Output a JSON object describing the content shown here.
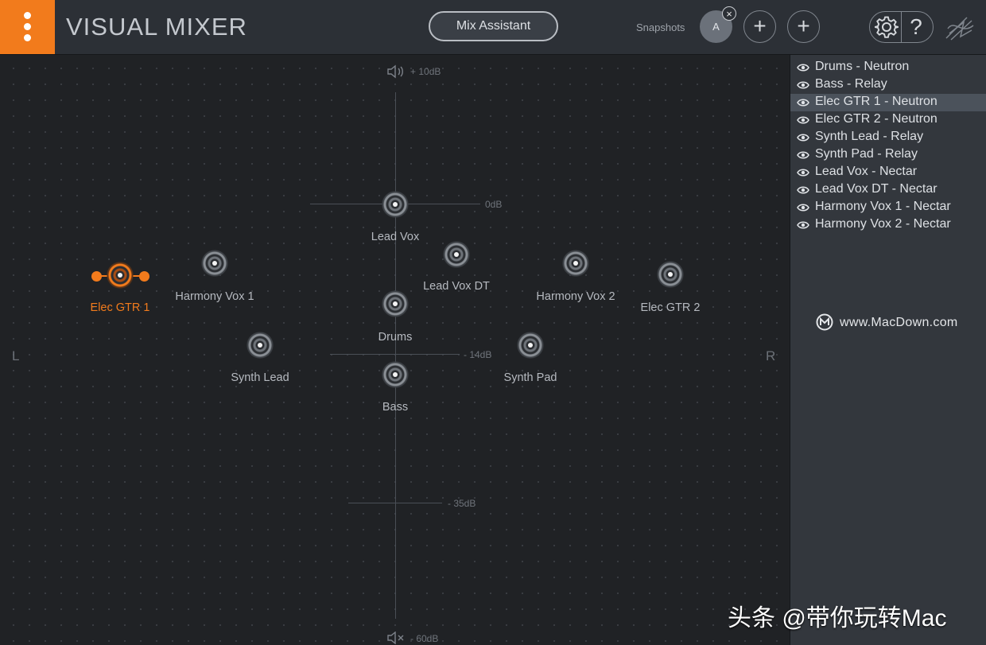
{
  "header": {
    "title": "VISUAL MIXER",
    "mix_assistant_label": "Mix Assistant",
    "snapshots_label": "Snapshots",
    "snapshot_a": "A",
    "snapshot_close": "×",
    "add_symbol": "+",
    "help_symbol": "?"
  },
  "stage": {
    "db_top": "+ 10dB",
    "db_0": "0dB",
    "db_14": "- 14dB",
    "db_35": "- 35dB",
    "db_bottom": "- 60dB",
    "left_label": "L",
    "right_label": "R",
    "nodes": [
      {
        "name": "Lead Vox"
      },
      {
        "name": "Lead Vox DT"
      },
      {
        "name": "Harmony Vox 1"
      },
      {
        "name": "Harmony Vox 2"
      },
      {
        "name": "Elec GTR 1",
        "selected": true
      },
      {
        "name": "Elec GTR 2"
      },
      {
        "name": "Drums"
      },
      {
        "name": "Synth Lead"
      },
      {
        "name": "Synth Pad"
      },
      {
        "name": "Bass"
      }
    ]
  },
  "tracks": [
    {
      "label": "Drums - Neutron"
    },
    {
      "label": "Bass - Relay"
    },
    {
      "label": "Elec GTR 1 - Neutron",
      "active": true
    },
    {
      "label": "Elec GTR 2 - Neutron"
    },
    {
      "label": "Synth Lead - Relay"
    },
    {
      "label": "Synth Pad - Relay"
    },
    {
      "label": "Lead Vox - Nectar"
    },
    {
      "label": "Lead Vox DT - Nectar"
    },
    {
      "label": "Harmony Vox 1 - Nectar"
    },
    {
      "label": "Harmony Vox 2 - Nectar"
    }
  ],
  "watermark": {
    "site": "www.MacDown.com",
    "credit": "头条 @带你玩转Mac"
  },
  "colors": {
    "accent": "#f27b1c",
    "background": "#202225",
    "panel": "#33373d"
  }
}
